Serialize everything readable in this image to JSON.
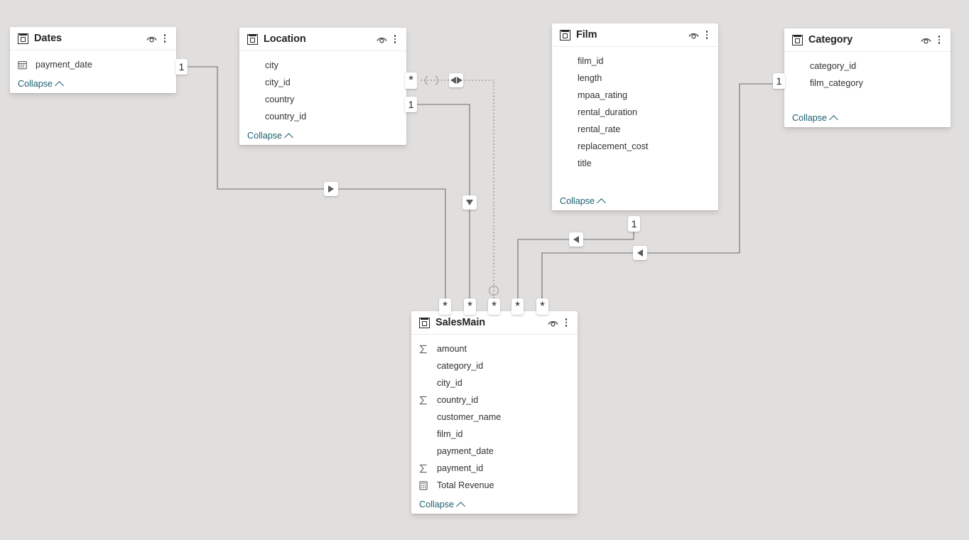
{
  "app": {
    "view": "model-view",
    "canvas_background": "#e1dfdd",
    "card_background": "#ffffff",
    "link_color": "#605e5c",
    "collapse_link_color": "#1d6170"
  },
  "tables": [
    {
      "id": "dates",
      "name": "Dates",
      "collapse_label": "Collapse",
      "eye_icon": "eye-icon",
      "menu_icon": "more-options-icon",
      "table_icon": "table-icon",
      "fields": [
        {
          "name": "payment_date",
          "icon": "calendar-icon"
        }
      ]
    },
    {
      "id": "location",
      "name": "Location",
      "collapse_label": "Collapse",
      "eye_icon": "eye-icon",
      "menu_icon": "more-options-icon",
      "table_icon": "table-icon",
      "fields": [
        {
          "name": "city",
          "icon": "none"
        },
        {
          "name": "city_id",
          "icon": "none"
        },
        {
          "name": "country",
          "icon": "none"
        },
        {
          "name": "country_id",
          "icon": "none"
        }
      ]
    },
    {
      "id": "film",
      "name": "Film",
      "collapse_label": "Collapse",
      "eye_icon": "eye-icon",
      "menu_icon": "more-options-icon",
      "table_icon": "table-icon",
      "fields": [
        {
          "name": "film_id",
          "icon": "none"
        },
        {
          "name": "length",
          "icon": "none"
        },
        {
          "name": "mpaa_rating",
          "icon": "none"
        },
        {
          "name": "rental_duration",
          "icon": "none"
        },
        {
          "name": "rental_rate",
          "icon": "none"
        },
        {
          "name": "replacement_cost",
          "icon": "none"
        },
        {
          "name": "title",
          "icon": "none"
        }
      ]
    },
    {
      "id": "category",
      "name": "Category",
      "collapse_label": "Collapse",
      "eye_icon": "eye-icon",
      "menu_icon": "more-options-icon",
      "table_icon": "table-icon",
      "fields": [
        {
          "name": "category_id",
          "icon": "none"
        },
        {
          "name": "film_category",
          "icon": "none"
        }
      ]
    },
    {
      "id": "salesmain",
      "name": "SalesMain",
      "collapse_label": "Collapse",
      "eye_icon": "eye-icon",
      "menu_icon": "more-options-icon",
      "table_icon": "table-icon",
      "fields": [
        {
          "name": "amount",
          "icon": "sigma-icon"
        },
        {
          "name": "category_id",
          "icon": "none"
        },
        {
          "name": "city_id",
          "icon": "none"
        },
        {
          "name": "country_id",
          "icon": "sigma-icon"
        },
        {
          "name": "customer_name",
          "icon": "none"
        },
        {
          "name": "film_id",
          "icon": "none"
        },
        {
          "name": "payment_date",
          "icon": "none"
        },
        {
          "name": "payment_id",
          "icon": "sigma-icon"
        },
        {
          "name": "Total Revenue",
          "icon": "measure-icon"
        }
      ]
    }
  ],
  "cardinality_badges": [
    {
      "id": "dates-one",
      "label": "1"
    },
    {
      "id": "location-one",
      "label": "1"
    },
    {
      "id": "film-one",
      "label": "1"
    },
    {
      "id": "category-one",
      "label": "1"
    },
    {
      "id": "inactive-many",
      "label": "*"
    },
    {
      "id": "sales-many-1",
      "label": "*"
    },
    {
      "id": "sales-many-2",
      "label": "*"
    },
    {
      "id": "sales-many-3",
      "label": "*"
    },
    {
      "id": "sales-many-4",
      "label": "*"
    },
    {
      "id": "sales-many-5",
      "label": "*"
    }
  ],
  "direction_badges": [
    {
      "id": "dates-to-sales",
      "icon": "filter-arrow-right-icon"
    },
    {
      "id": "location-to-sales",
      "icon": "filter-arrow-down-icon"
    },
    {
      "id": "film-to-sales",
      "icon": "filter-arrow-left-icon"
    },
    {
      "id": "category-to-sales",
      "icon": "filter-arrow-left-icon"
    },
    {
      "id": "inactive-both",
      "icon": "filter-arrow-both-icon"
    }
  ]
}
